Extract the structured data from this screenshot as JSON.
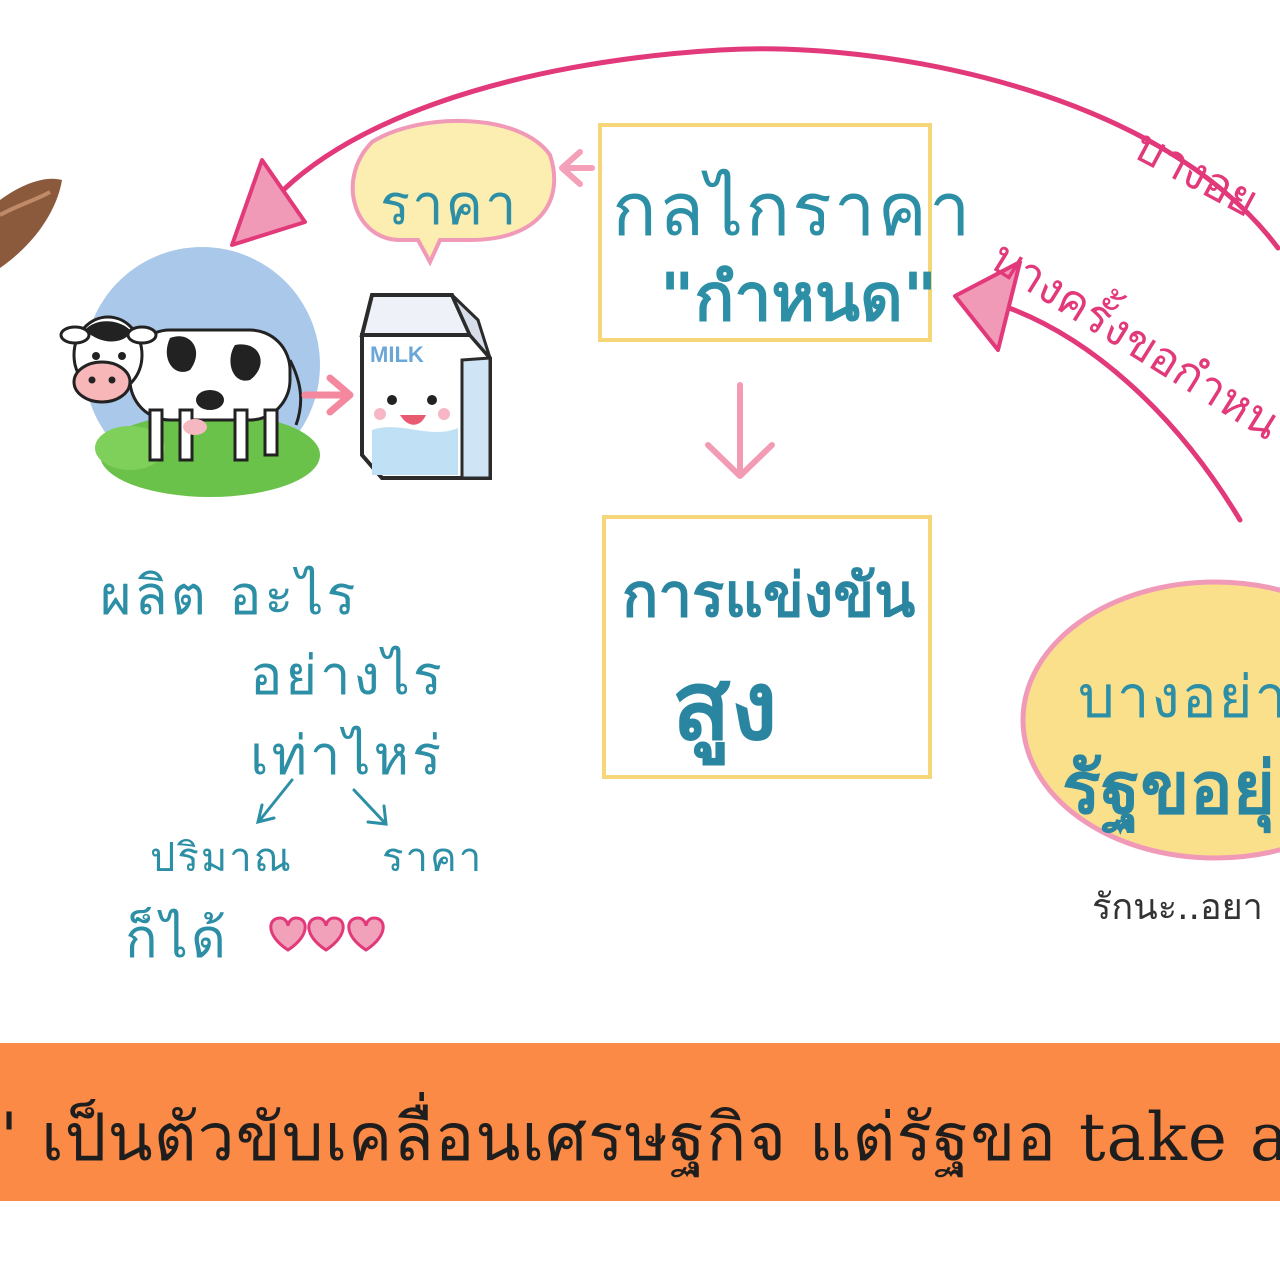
{
  "bubble": {
    "label": "ราคา"
  },
  "box_mechanism": {
    "line1": "กลไกราคา",
    "line2": "\"กำหนด\""
  },
  "box_competition": {
    "line1": "การแข่งขัน",
    "line2": "สูง"
  },
  "producer_questions": {
    "what": "ผลิต อะไร",
    "how": "อย่างไร",
    "how_much": "เท่าไหร่",
    "quantity": "ปริมาณ",
    "price": "ราคา",
    "either": "ก็ได้"
  },
  "milk_label": "MILK",
  "right_bubble": {
    "line1": "บางอย่า",
    "line2": "รัฐขอยุ่",
    "note": "รักนะ..อยา"
  },
  "pink_notes": {
    "top": "บางอย",
    "middle": "บางครั้งขอกำหน"
  },
  "banner": {
    "text": "' เป็นตัวขับเคลื่อนเศรษฐกิจ แต่รัฐขอ take actio"
  },
  "colors": {
    "teal_text": "#2c8fa6",
    "pink_arrow": "#e2397a",
    "banner_bg": "#fa8a45",
    "box_border": "#f5d77a",
    "bubble_fill": "#fbeeb0",
    "sky_circle": "#a9c8ea"
  },
  "icons": [
    "cow-illustration",
    "milk-carton-icon",
    "heart-icon",
    "speech-bubble"
  ]
}
